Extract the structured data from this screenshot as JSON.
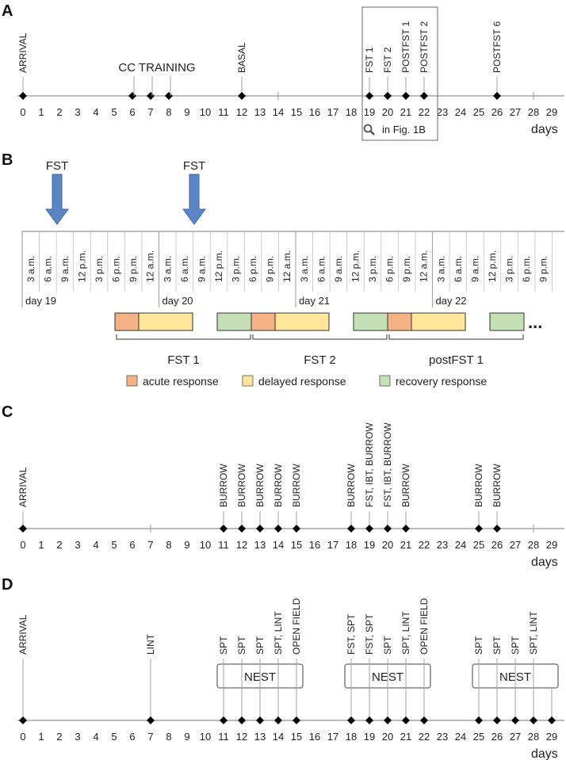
{
  "colors": {
    "axis": "#a6a6a6",
    "marker": "#000000",
    "arrow": "#5b86c6",
    "acute": "#f4b183",
    "delayed": "#ffe699",
    "recovery": "#c5e0b4",
    "box_border": "#808080"
  },
  "days_label": "days",
  "panel_A": {
    "label": "A",
    "ticks": [
      "0",
      "1",
      "2",
      "3",
      "4",
      "5",
      "6",
      "7",
      "8",
      "9",
      "10",
      "11",
      "12",
      "13",
      "14",
      "15",
      "16",
      "17",
      "18",
      "19",
      "20",
      "21",
      "22",
      "23",
      "24",
      "25",
      "26",
      "27",
      "28",
      "29"
    ],
    "events": [
      {
        "day": 0,
        "label": "ARRIVAL"
      },
      {
        "day": 6,
        "label": ""
      },
      {
        "day": 7,
        "label": ""
      },
      {
        "day": 8,
        "label": ""
      },
      {
        "day": 12,
        "label": "BASAL"
      },
      {
        "day": 19,
        "label": "FST 1"
      },
      {
        "day": 20,
        "label": "FST 2"
      },
      {
        "day": 21,
        "label": "POSTFST 1"
      },
      {
        "day": 22,
        "label": "POSTFST 2"
      },
      {
        "day": 26,
        "label": "POSTFST 6"
      }
    ],
    "cc_training": "CC TRAINING",
    "magnify_icon": "magnifier-icon",
    "magnify_text": "in Fig. 1B"
  },
  "panel_B": {
    "label": "B",
    "arrows": [
      {
        "label": "FST"
      },
      {
        "label": "FST"
      }
    ],
    "time_labels": [
      "3 a.m.",
      "6 a.m.",
      "9 a.m.",
      "12 p.m.",
      "3 p.m.",
      "6 p.m.",
      "9 p.m.",
      "12 a.m."
    ],
    "day_names": [
      "day 19",
      "day 20",
      "day 21",
      "day 22"
    ],
    "blocks": [
      {
        "type": "acute"
      },
      {
        "type": "delayed"
      },
      {
        "type": "recovery"
      },
      {
        "type": "acute"
      },
      {
        "type": "delayed"
      },
      {
        "type": "recovery"
      },
      {
        "type": "acute"
      },
      {
        "type": "delayed"
      },
      {
        "type": "recovery"
      }
    ],
    "ellipsis": "...",
    "groups": [
      "FST 1",
      "FST 2",
      "postFST 1"
    ],
    "legend": [
      "acute response",
      "delayed response",
      "recovery response"
    ]
  },
  "panel_C": {
    "label": "C",
    "ticks": [
      "0",
      "1",
      "2",
      "3",
      "4",
      "5",
      "6",
      "7",
      "8",
      "9",
      "10",
      "11",
      "12",
      "13",
      "14",
      "15",
      "16",
      "17",
      "18",
      "19",
      "20",
      "21",
      "22",
      "23",
      "24",
      "25",
      "26",
      "27",
      "28",
      "29"
    ],
    "events": [
      {
        "day": 0,
        "label": "ARRIVAL"
      },
      {
        "day": 11,
        "label": "BURROW"
      },
      {
        "day": 12,
        "label": "BURROW"
      },
      {
        "day": 13,
        "label": "BURROW"
      },
      {
        "day": 14,
        "label": "BURROW"
      },
      {
        "day": 15,
        "label": "BURROW"
      },
      {
        "day": 18,
        "label": "BURROW"
      },
      {
        "day": 19,
        "label": "FST, IBT, BURROW"
      },
      {
        "day": 20,
        "label": "FST, IBT, BURROW"
      },
      {
        "day": 21,
        "label": "BURROW"
      },
      {
        "day": 25,
        "label": "BURROW"
      },
      {
        "day": 26,
        "label": "BURROW"
      }
    ]
  },
  "panel_D": {
    "label": "D",
    "ticks": [
      "0",
      "1",
      "2",
      "3",
      "4",
      "5",
      "6",
      "7",
      "8",
      "9",
      "10",
      "11",
      "12",
      "13",
      "14",
      "15",
      "16",
      "17",
      "18",
      "19",
      "20",
      "21",
      "22",
      "23",
      "24",
      "25",
      "26",
      "27",
      "28",
      "29"
    ],
    "events": [
      {
        "day": 0,
        "label": "ARRIVAL"
      },
      {
        "day": 7,
        "label": "LINT"
      },
      {
        "day": 11,
        "label": "SPT"
      },
      {
        "day": 12,
        "label": "SPT"
      },
      {
        "day": 13,
        "label": "SPT"
      },
      {
        "day": 14,
        "label": "SPT, LINT"
      },
      {
        "day": 15,
        "label": "OPEN FIELD"
      },
      {
        "day": 18,
        "label": "FST, SPT"
      },
      {
        "day": 19,
        "label": "FST, SPT"
      },
      {
        "day": 20,
        "label": "SPT"
      },
      {
        "day": 21,
        "label": "SPT, LINT"
      },
      {
        "day": 22,
        "label": "OPEN FIELD"
      },
      {
        "day": 25,
        "label": "SPT"
      },
      {
        "day": 26,
        "label": "SPT"
      },
      {
        "day": 27,
        "label": "SPT"
      },
      {
        "day": 28,
        "label": "SPT, LINT"
      },
      {
        "day": 29,
        "label": ""
      }
    ],
    "nest_boxes": [
      {
        "start": 11,
        "end": 15,
        "label": "NEST"
      },
      {
        "start": 18,
        "end": 22,
        "label": "NEST"
      },
      {
        "start": 25,
        "end": 29,
        "label": "NEST"
      }
    ]
  }
}
